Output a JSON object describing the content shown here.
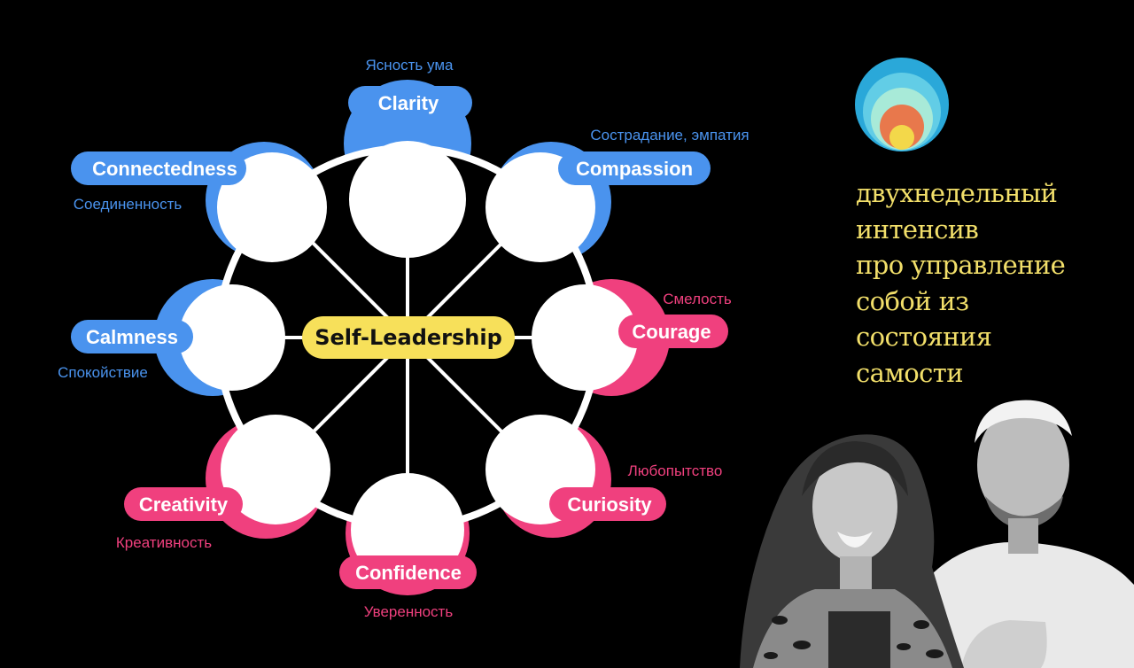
{
  "diagram": {
    "center": "Self-Leadership",
    "qualities": [
      {
        "key": "clarity",
        "label": "Clarity",
        "ru": "Ясность ума",
        "group": "blue"
      },
      {
        "key": "compassion",
        "label": "Compassion",
        "ru": "Сострадание, эмпатия",
        "group": "blue"
      },
      {
        "key": "courage",
        "label": "Courage",
        "ru": "Смелость",
        "group": "pink"
      },
      {
        "key": "curiosity",
        "label": "Curiosity",
        "ru": "Любопытство",
        "group": "pink"
      },
      {
        "key": "confidence",
        "label": "Confidence",
        "ru": "Уверенность",
        "group": "pink"
      },
      {
        "key": "creativity",
        "label": "Creativity",
        "ru": "Креативность",
        "group": "pink"
      },
      {
        "key": "calmness",
        "label": "Calmness",
        "ru": "Спокойствие",
        "group": "blue"
      },
      {
        "key": "connectedness",
        "label": "Connectedness",
        "ru": "Соединенность",
        "group": "blue"
      }
    ]
  },
  "tagline": {
    "lines": [
      "двухнедельный",
      "интенсив",
      "про управление",
      "собой из",
      "состояния",
      "самости"
    ]
  },
  "logo": {
    "name": "concentric-circles-logo"
  },
  "photo": {
    "name": "hosts-photo"
  },
  "colors": {
    "background": "#000000",
    "blue": "#4a93ee",
    "pink": "#f0407e",
    "center_pill": "#f7e05a",
    "tagline": "#f2df6a",
    "wheel": "#ffffff"
  }
}
